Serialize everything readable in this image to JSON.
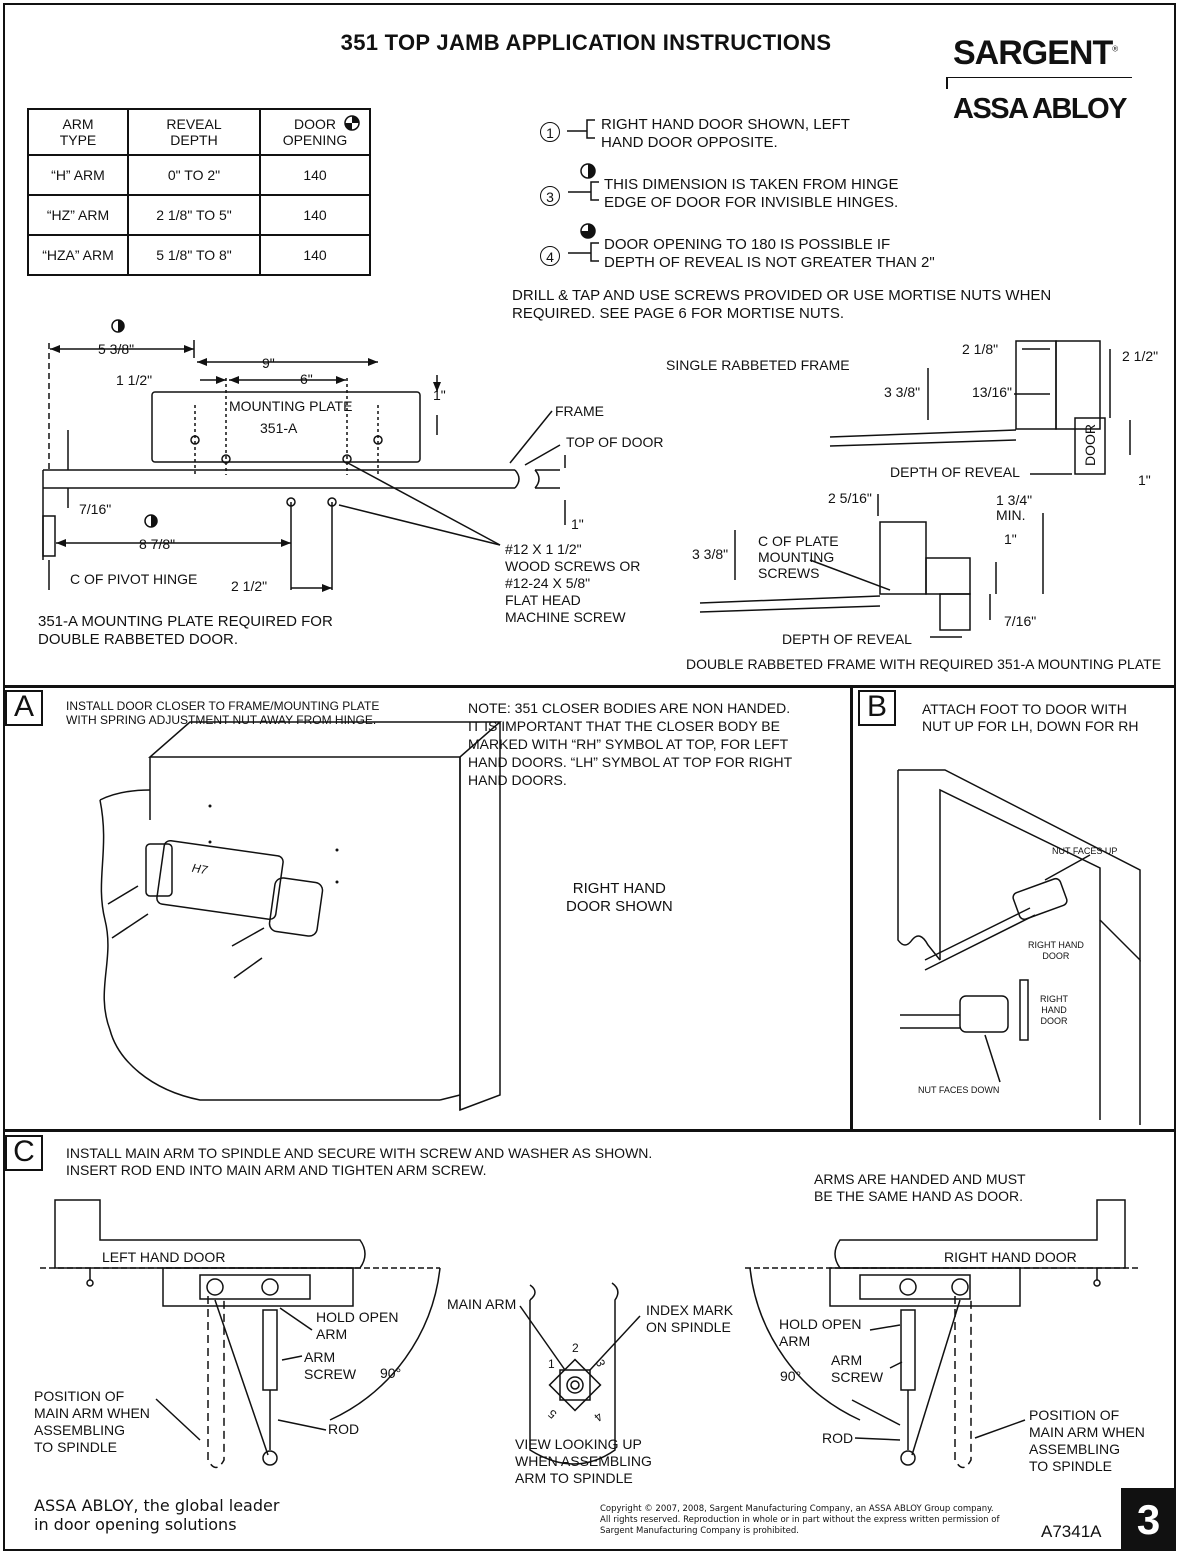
{
  "header": {
    "title": "351 TOP JAMB APPLICATION INSTRUCTIONS",
    "brand": "SARGENT",
    "brand_mark": "®",
    "parent_brand": "ASSA ABLOY"
  },
  "arm_table": {
    "columns": [
      "ARM\nTYPE",
      "REVEAL\nDEPTH",
      "DOOR\nOPENING"
    ],
    "rows": [
      [
        "“H” ARM",
        "0\" TO 2\"",
        "140"
      ],
      [
        "“HZ” ARM",
        "2 1/8\" TO 5\"",
        "140"
      ],
      [
        "“HZA” ARM",
        "5 1/8\" TO 8\"",
        "140"
      ]
    ]
  },
  "notes": [
    {
      "num": "1",
      "text": "RIGHT HAND DOOR SHOWN, LEFT\nHAND DOOR OPPOSITE."
    },
    {
      "num": "3",
      "text": "THIS DIMENSION IS TAKEN FROM HINGE\nEDGE OF DOOR FOR INVISIBLE HINGES."
    },
    {
      "num": "4",
      "text": "DOOR OPENING TO 180    IS POSSIBLE IF\nDEPTH OF REVEAL IS NOT GREATER THAN 2\""
    }
  ],
  "drill_note": "DRILL & TAP AND USE SCREWS PROVIDED OR USE MORTISE NUTS WHEN\nREQUIRED. SEE PAGE 6 FOR MORTISE NUTS.",
  "plate_diagram": {
    "dims": {
      "d538": "5 3/8\"",
      "d9": "9\"",
      "d112": "1 1/2\"",
      "d6": "6\"",
      "d1a": "1\"",
      "d716": "7/16\"",
      "d878": "8 7/8\"",
      "d1b": "1\"",
      "d212": "2 1/2\""
    },
    "labels": {
      "mounting_plate": "MOUNTING PLATE",
      "plate_num": "351-A",
      "frame": "FRAME",
      "top_of_door": "TOP OF DOOR",
      "pivot": "C OF PIVOT HINGE",
      "screws": "#12 X 1 1/2\"\nWOOD SCREWS OR\n#12-24 X 5/8\"\nFLAT HEAD\nMACHINE SCREW",
      "required": "351-A MOUNTING PLATE REQUIRED FOR\nDOUBLE RABBETED DOOR."
    }
  },
  "frame_diagrams": {
    "single_title": "SINGLE RABBETED FRAME",
    "single_dims": {
      "d218": "2 1/8\"",
      "d212": "2 1/2\"",
      "d338": "3 3/8\"",
      "d1316": "13/16\"",
      "d1": "1\""
    },
    "door_label": "DOOR",
    "depth_of_reveal": "DEPTH OF REVEAL",
    "double_dims": {
      "d2516": "2 5/16\"",
      "d134": "1 3/4\"\nMIN.",
      "d338": "3 3/8\"",
      "d1": "1\"",
      "d716": "7/16\""
    },
    "plate_screws": "C OF PLATE\nMOUNTING\nSCREWS",
    "double_title": "DOUBLE RABBETED FRAME WITH REQUIRED 351-A MOUNTING PLATE"
  },
  "section_a": {
    "letter": "A",
    "instruction": "INSTALL DOOR CLOSER TO FRAME/MOUNTING PLATE\nWITH SPRING ADJUSTMENT NUT AWAY FROM HINGE.",
    "note": "NOTE: 351 CLOSER BODIES ARE NON HANDED.\nIT IS IMPORTANT THAT THE CLOSER BODY BE\nMARKED WITH “RH” SYMBOL AT TOP, FOR LEFT\nHAND DOORS. “LH” SYMBOL AT TOP FOR RIGHT\nHAND DOORS.",
    "shown": "RIGHT HAND\nDOOR SHOWN",
    "body_mark": "H7"
  },
  "section_b": {
    "letter": "B",
    "instruction": "ATTACH FOOT TO DOOR WITH\nNUT UP FOR LH, DOWN FOR RH",
    "nut_up": "NUT FACES UP",
    "rh1": "RIGHT HAND\nDOOR",
    "rh2": "RIGHT\nHAND\nDOOR",
    "nut_down": "NUT FACES DOWN"
  },
  "section_c": {
    "letter": "C",
    "instruction": "INSTALL MAIN ARM TO SPINDLE AND SECURE WITH SCREW  AND WASHER AS SHOWN.\nINSERT ROD END INTO MAIN ARM AND TIGHTEN ARM SCREW.",
    "arms_note": "ARMS ARE HANDED AND MUST\nBE THE SAME HAND AS DOOR.",
    "lh_door": "LEFT HAND DOOR",
    "rh_door": "RIGHT HAND DOOR",
    "hold_open": "HOLD OPEN\nARM",
    "arm_screw": "ARM\nSCREW",
    "deg90": "90°",
    "position": "POSITION OF\nMAIN ARM WHEN\nASSEMBLING\nTO SPINDLE",
    "rod": "ROD",
    "main_arm": "MAIN ARM",
    "index_mark": "INDEX MARK\nON SPINDLE",
    "view": "VIEW LOOKING UP\nWHEN ASSEMBLING\nARM TO SPINDLE",
    "spindle_nums": [
      "1",
      "2",
      "3",
      "4",
      "5"
    ]
  },
  "footer": {
    "tagline": "ASSA ABLOY, the global leader\nin door opening solutions",
    "copyright": "Copyright © 2007, 2008, Sargent Manufacturing Company, an ASSA ABLOY Group company.\nAll rights reserved. Reproduction in whole or in part without the express written permission of\nSargent Manufacturing Company is prohibited.",
    "doc_code": "A7341A",
    "page_number": "3"
  }
}
